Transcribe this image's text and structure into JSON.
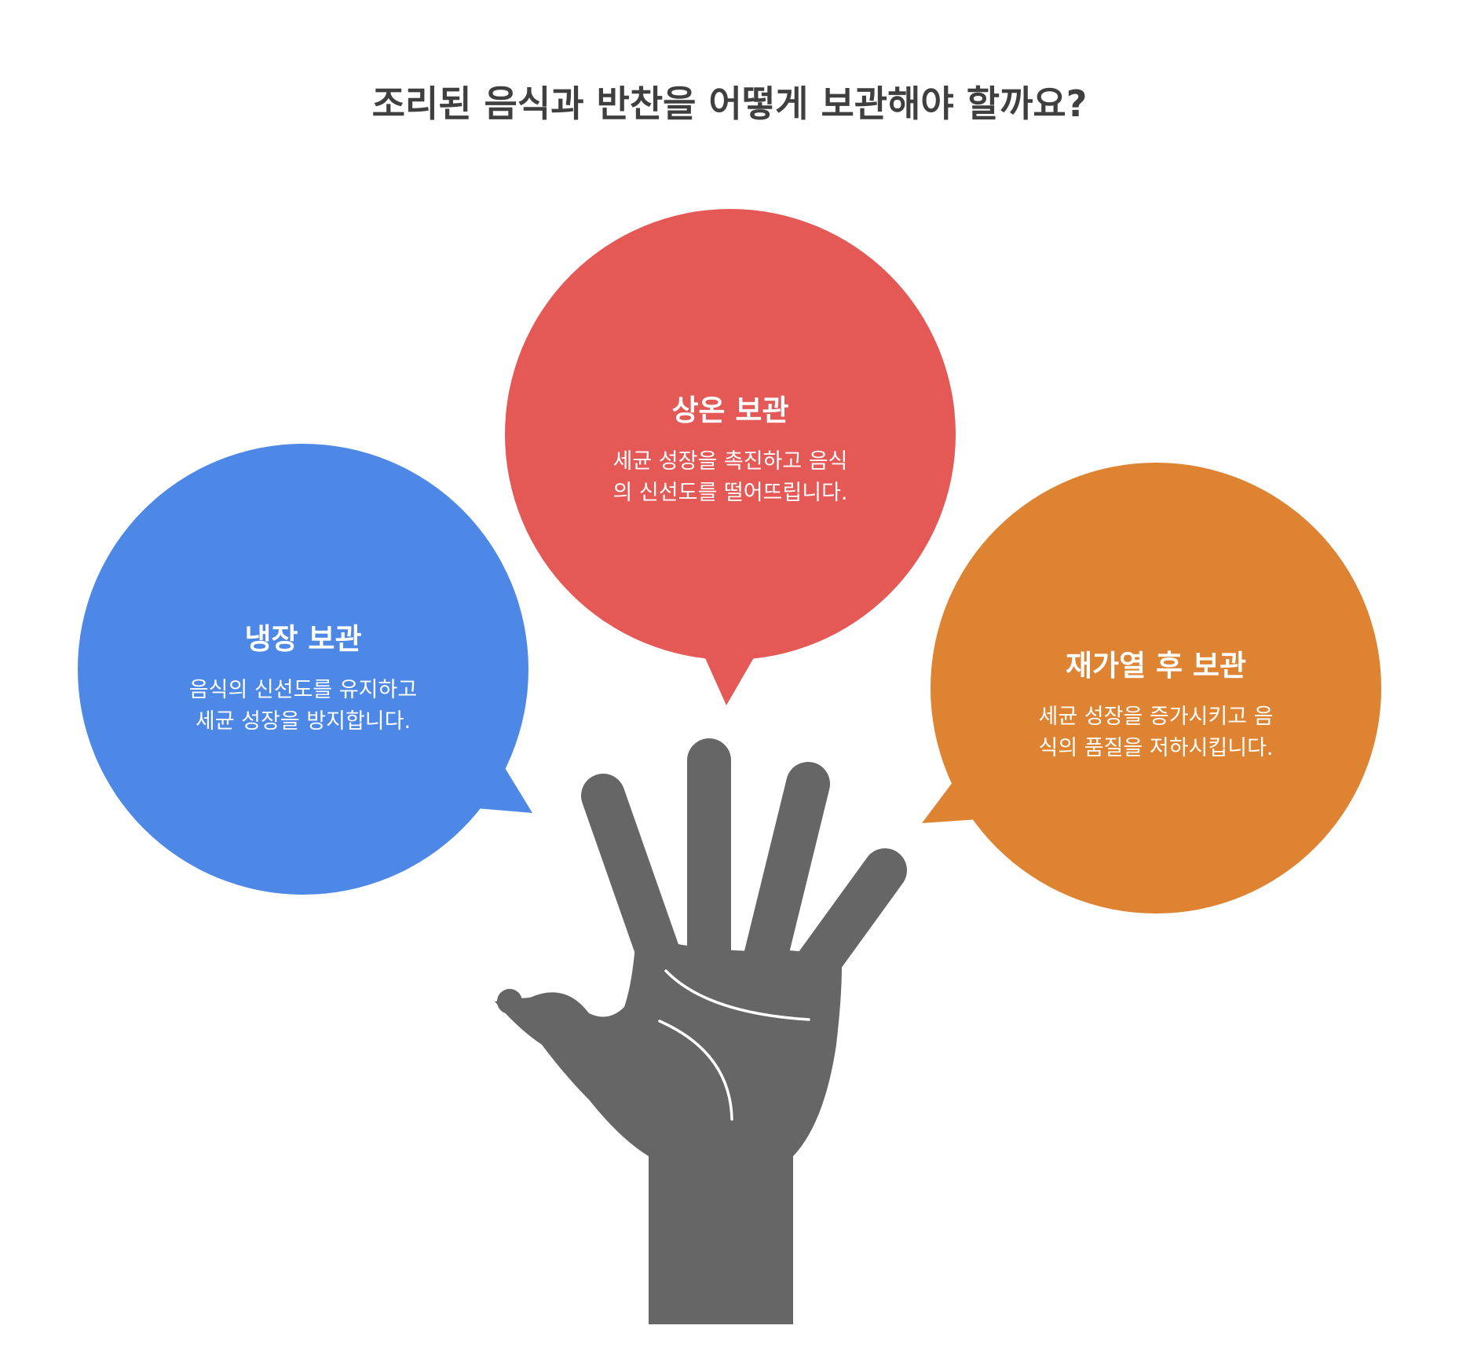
{
  "title": "조리된 음식과 반찬을 어떻게 보관해야 할까요?",
  "colors": {
    "refrigeration": "#4e88e6",
    "room_temp": "#e45855",
    "reheat": "#dd8332",
    "hand": "#666666",
    "title_text": "#3f3f3f"
  },
  "bubbles": {
    "refrigeration": {
      "title": "냉장 보관",
      "line1": "음식의 신선도를 유지하고",
      "line2": "세균 성장을 방지합니다."
    },
    "room_temp": {
      "title": "상온 보관",
      "line1": "세균 성장을 촉진하고 음식",
      "line2": "의 신선도를 떨어뜨립니다."
    },
    "reheat": {
      "title": "재가열 후 보관",
      "line1": "세균 성장을 증가시키고 음",
      "line2": "식의 품질을 저하시킵니다."
    }
  },
  "icons": {
    "hand": "raised-hand-icon"
  }
}
